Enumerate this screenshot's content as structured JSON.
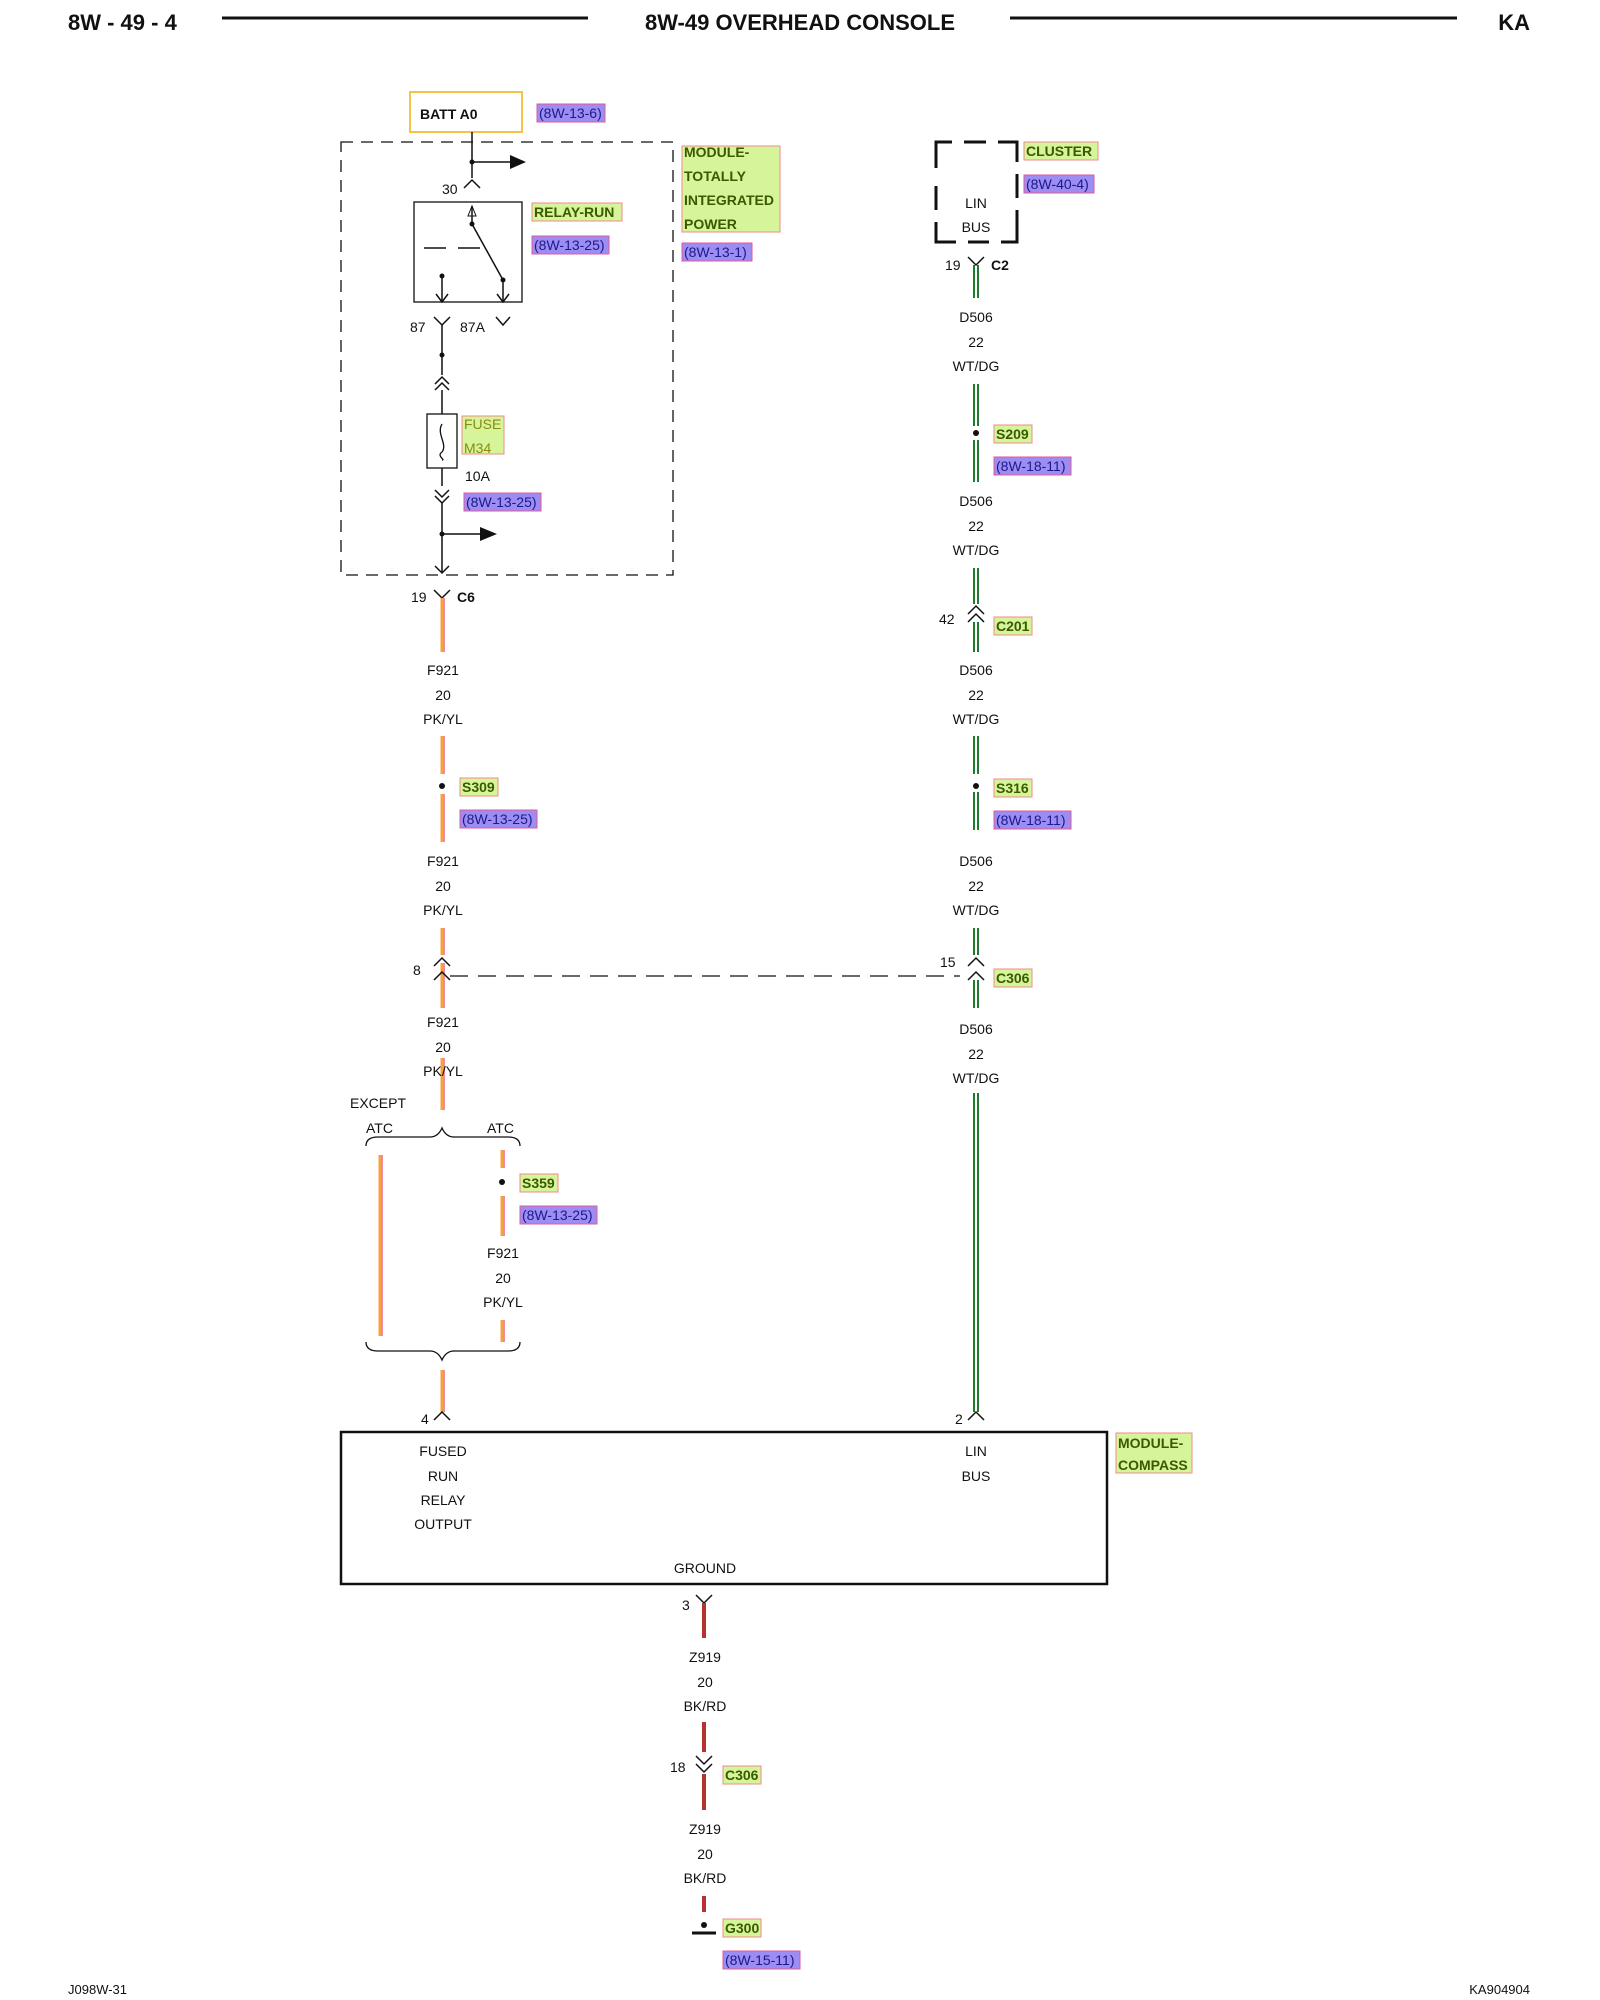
{
  "header": {
    "left": "8W - 49 - 4",
    "title": "8W-49 OVERHEAD CONSOLE",
    "right": "KA"
  },
  "footer": {
    "left": "J098W-31",
    "right": "KA904904"
  },
  "batt": {
    "label": "BATT A0",
    "ref": "(8W-13-6)"
  },
  "tipm": {
    "name_lines": [
      "MODULE-",
      "TOTALLY",
      "INTEGRATED",
      "POWER"
    ],
    "ref": "(8W-13-1)",
    "pin30": "30",
    "relay_label": "RELAY-RUN",
    "relay_ref": "(8W-13-25)",
    "pin87": "87",
    "pin87a": "87A",
    "fuse_lines": [
      "FUSE",
      "M34"
    ],
    "fuse_rating": "10A",
    "fuse_ref": "(8W-13-25)",
    "c6_pin": "19",
    "c6_label": "C6"
  },
  "cluster": {
    "name": "CLUSTER",
    "ref": "(8W-40-4)",
    "pin_lines": [
      "LIN",
      "BUS"
    ],
    "c2_pin": "19",
    "c2_label": "C2"
  },
  "wire_f921": {
    "circuit": "F921",
    "gauge": "20",
    "color": "PK/YL"
  },
  "wire_d506": {
    "circuit": "D506",
    "gauge": "22",
    "color": "WT/DG"
  },
  "wire_z919": {
    "circuit": "Z919",
    "gauge": "20",
    "color": "BK/RD"
  },
  "splices": {
    "s209": {
      "name": "S209",
      "ref": "(8W-18-11)"
    },
    "s309": {
      "name": "S309",
      "ref": "(8W-13-25)"
    },
    "s316": {
      "name": "S316",
      "ref": "(8W-18-11)"
    },
    "s359": {
      "name": "S359",
      "ref": "(8W-13-25)"
    }
  },
  "connectors": {
    "c201": {
      "name": "C201",
      "pin": "42"
    },
    "c306_top": {
      "name": "C306",
      "pin_left": "8",
      "pin_right": "15"
    },
    "c306_bottom": {
      "name": "C306",
      "pin": "18"
    }
  },
  "options": {
    "except": "EXCEPT",
    "atc_left": "ATC",
    "atc_right": "ATC"
  },
  "compass": {
    "name_lines": [
      "MODULE-",
      "COMPASS"
    ],
    "pin_fused": "4",
    "fused_lines": [
      "FUSED",
      "RUN",
      "RELAY",
      "OUTPUT"
    ],
    "pin_lin": "2",
    "lin_lines": [
      "LIN",
      "BUS"
    ],
    "ground_label": "GROUND",
    "pin_ground": "3"
  },
  "ground": {
    "name": "G300",
    "ref": "(8W-15-11)"
  }
}
